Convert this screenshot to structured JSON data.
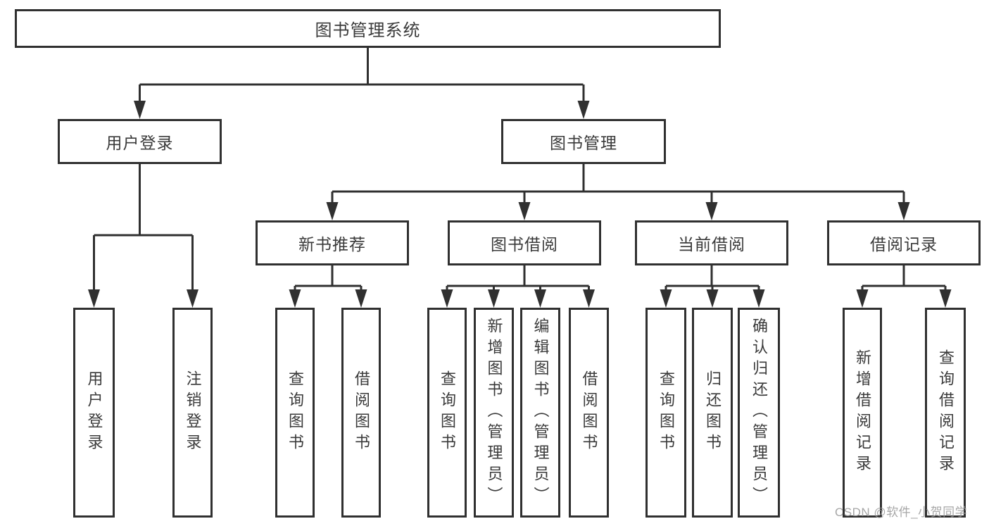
{
  "diagram": {
    "title_node": "图书管理系统",
    "level2": {
      "user_login": "用户登录",
      "book_mgmt": "图书管理"
    },
    "level3": {
      "new_book_rec": "新书推荐",
      "book_borrow": "图书借阅",
      "current_borrow": "当前借阅",
      "borrow_records": "借阅记录"
    },
    "leaves": {
      "user_login": "用户登录",
      "logout": "注销登录",
      "query_book_1": "查询图书",
      "borrow_book_1": "借阅图书",
      "query_book_2": "查询图书",
      "add_book_admin": "新增图书（管理员）",
      "edit_book_admin": "编辑图书（管理员）",
      "borrow_book_2": "借阅图书",
      "query_book_3": "查询图书",
      "return_book": "归还图书",
      "confirm_return_admin": "确认归还（管理员）",
      "add_borrow_record": "新增借阅记录",
      "query_borrow_record": "查询借阅记录"
    }
  },
  "watermark": "CSDN @软件_小贺同学",
  "colors": {
    "line": "#303030",
    "box_border": "#303030",
    "text": "#3a3a3a",
    "watermark": "#9a9a9a",
    "background": "#ffffff"
  }
}
